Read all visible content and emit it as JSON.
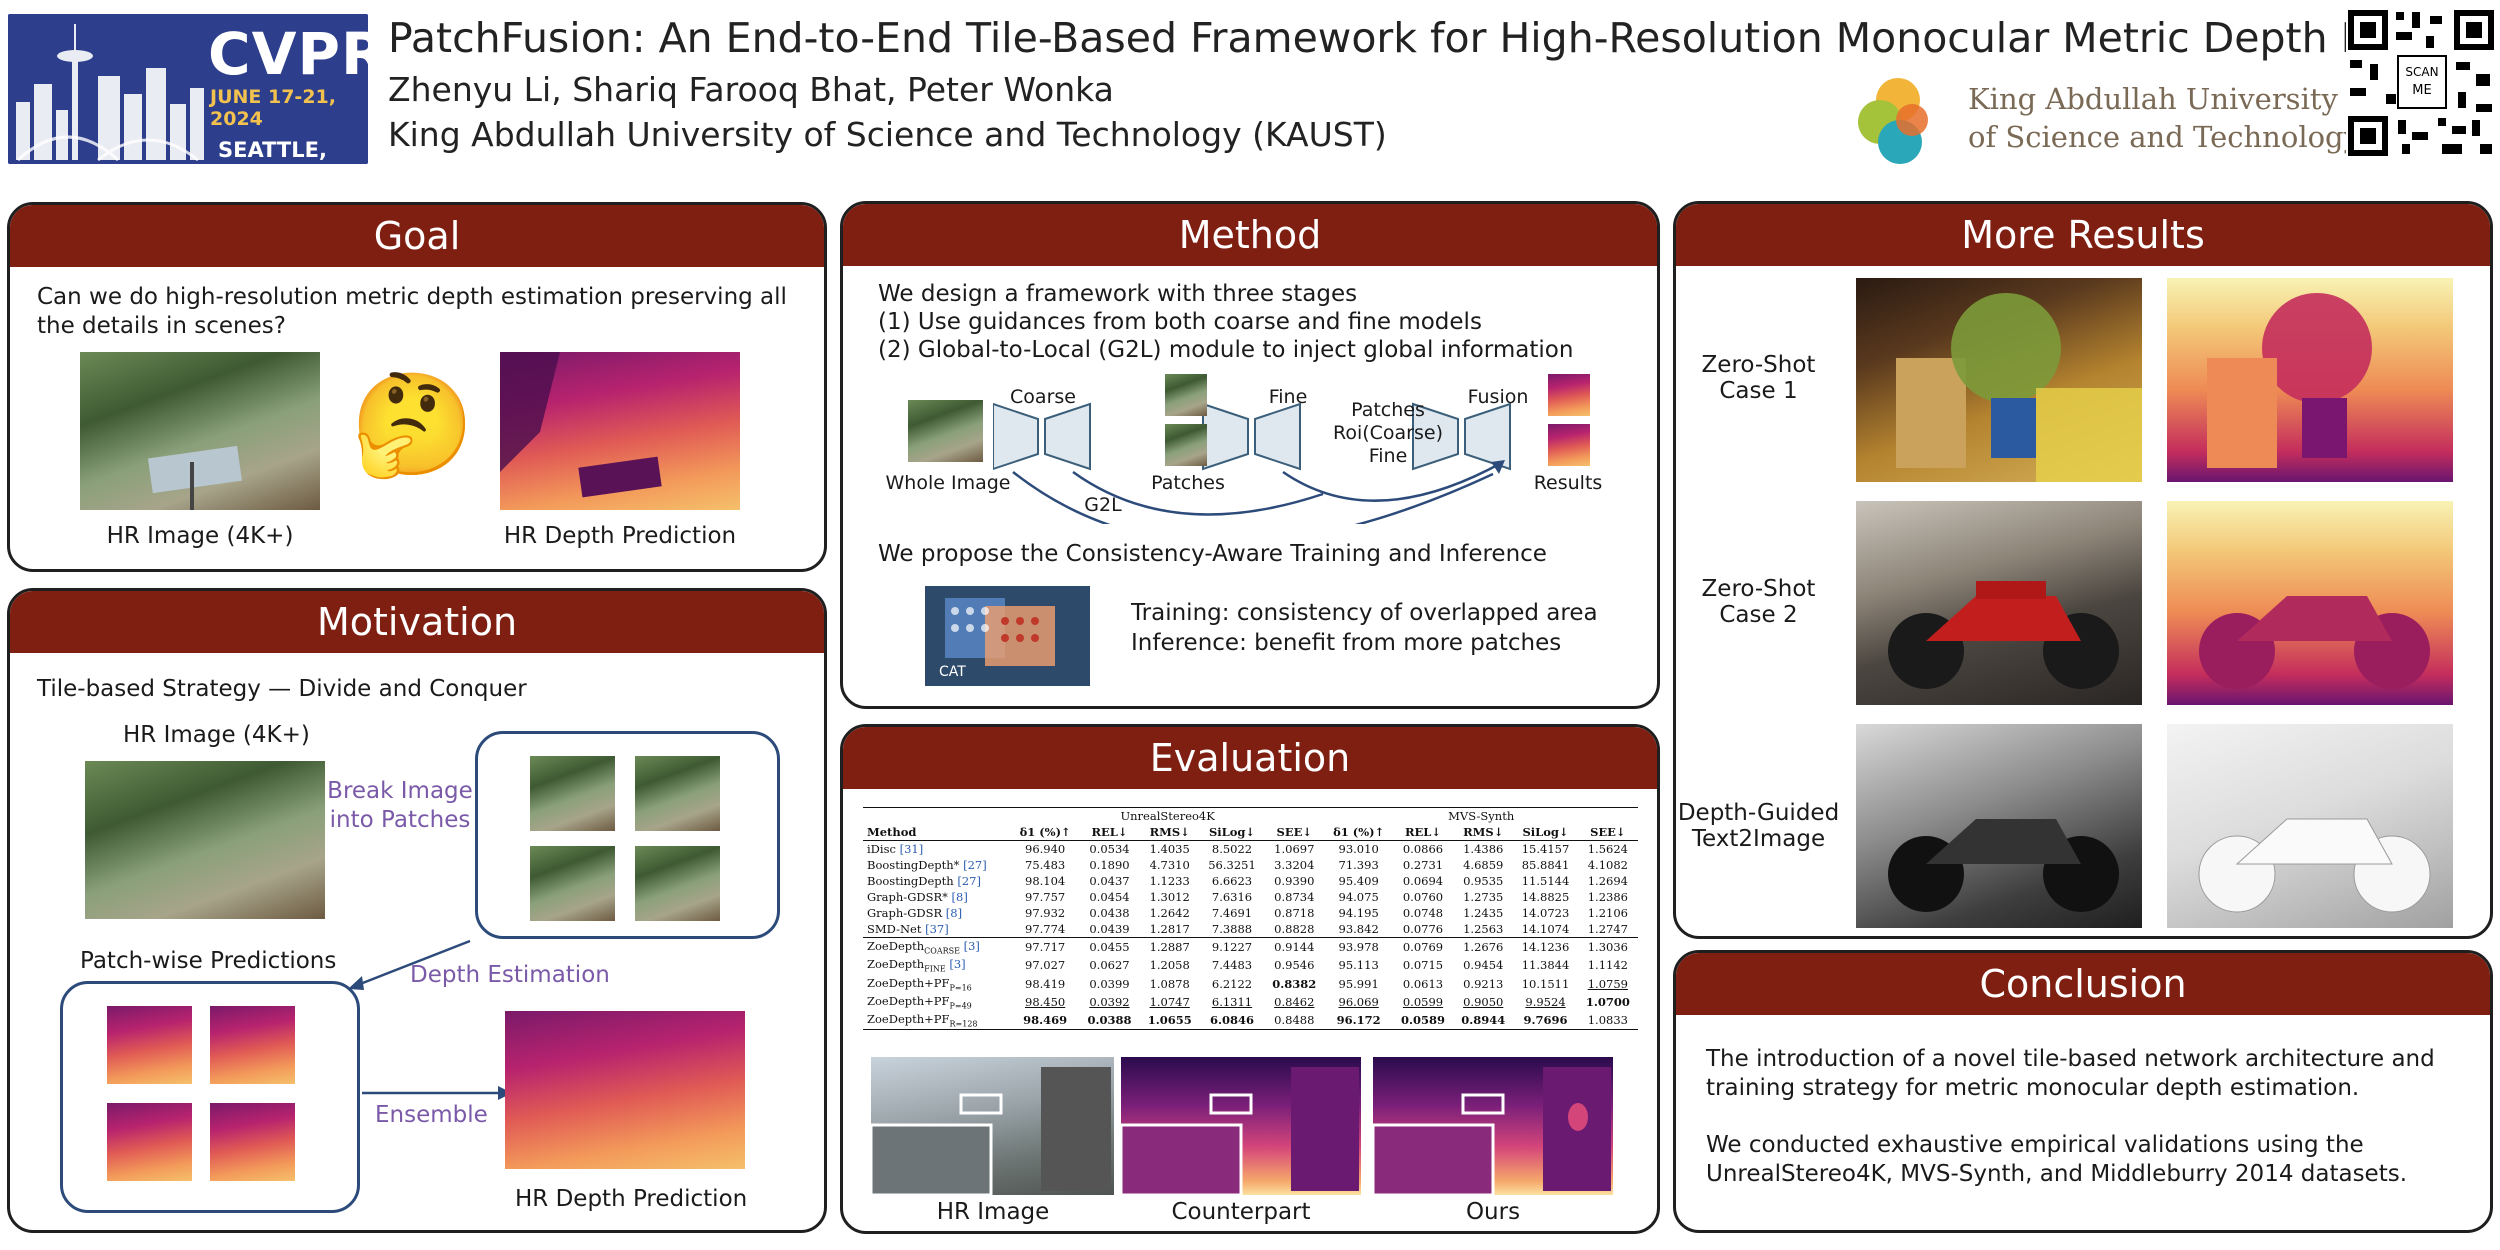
{
  "header": {
    "logo": {
      "word": "CVPR",
      "date": "JUNE 17-21, 2024",
      "city": "SEATTLE, WA"
    },
    "title": "PatchFusion: An End-to-End Tile-Based Framework for High-Resolution Monocular Metric Depth Estimation",
    "authors": "Zhenyu Li, Shariq Farooq Bhat, Peter Wonka",
    "affiliation": "King Abdullah University of Science and Technology (KAUST)",
    "kaust_logo_text": [
      "King Abdullah University",
      "of Science and Technology"
    ],
    "qr_label": "SCAN ME"
  },
  "goal": {
    "heading": "Goal",
    "question": "Can we do high-resolution metric depth estimation preserving all the details in scenes?",
    "left_caption": "HR Image (4K+)",
    "right_caption": "HR Depth Prediction",
    "emoji": "🤔"
  },
  "motivation": {
    "heading": "Motivation",
    "subtitle": "Tile-based Strategy — Divide and Conquer",
    "hr_image_label": "HR Image (4K+)",
    "break_label": [
      "Break Image",
      "into Patches"
    ],
    "patchwise_label": "Patch-wise Predictions",
    "depth_est_label": "Depth Estimation",
    "ensemble_label": "Ensemble",
    "hr_depth_label": "HR Depth Prediction"
  },
  "method": {
    "heading": "Method",
    "lines": [
      "We design a framework with three stages",
      "(1) Use guidances from both coarse and fine models",
      "(2) Global-to-Local (G2L) module to inject global information"
    ],
    "labels": {
      "coarse": "Coarse",
      "fine": "Fine",
      "fusion": "Fusion",
      "whole_image": "Whole Image",
      "patches": "Patches",
      "results": "Results",
      "g2l": "G2L",
      "fusion_inputs": [
        "Patches",
        "Roi(Coarse)",
        "Fine"
      ]
    },
    "consistency_title": "We propose the Consistency-Aware Training and Inference",
    "training": "Training: consistency of overlapped area",
    "inference": "Inference: benefit from more patches",
    "cat_label": "CAT"
  },
  "evaluation": {
    "heading": "Evaluation",
    "group_headers": [
      "UnrealStereo4K",
      "MVS-Synth"
    ],
    "columns": [
      "Method",
      "δ1 (%)↑",
      "REL↓",
      "RMS↓",
      "SiLog↓",
      "SEE↓",
      "δ1 (%)↑",
      "REL↓",
      "RMS↓",
      "SiLog↓",
      "SEE↓"
    ],
    "rows_top": [
      {
        "m": "iDisc",
        "ref": "[31]",
        "v": [
          "96.940",
          "0.0534",
          "1.4035",
          "8.5022",
          "1.0697",
          "93.010",
          "0.0866",
          "1.4386",
          "15.4157",
          "1.5624"
        ]
      },
      {
        "m": "BoostingDepth*",
        "ref": "[27]",
        "v": [
          "75.483",
          "0.1890",
          "4.7310",
          "56.3251",
          "3.3204",
          "71.393",
          "0.2731",
          "4.6859",
          "85.8841",
          "4.1082"
        ]
      },
      {
        "m": "BoostingDepth",
        "ref": "[27]",
        "v": [
          "98.104",
          "0.0437",
          "1.1233",
          "6.6623",
          "0.9390",
          "95.409",
          "0.0694",
          "0.9535",
          "11.5144",
          "1.2694"
        ]
      },
      {
        "m": "Graph-GDSR*",
        "ref": "[8]",
        "v": [
          "97.757",
          "0.0454",
          "1.3012",
          "7.6316",
          "0.8734",
          "94.075",
          "0.0760",
          "1.2735",
          "14.8825",
          "1.2386"
        ]
      },
      {
        "m": "Graph-GDSR",
        "ref": "[8]",
        "v": [
          "97.932",
          "0.0438",
          "1.2642",
          "7.4691",
          "0.8718",
          "94.195",
          "0.0748",
          "1.2435",
          "14.0723",
          "1.2106"
        ]
      },
      {
        "m": "SMD-Net",
        "ref": "[37]",
        "v": [
          "97.774",
          "0.0439",
          "1.2817",
          "7.3888",
          "0.8828",
          "93.842",
          "0.0776",
          "1.2563",
          "14.1074",
          "1.2747"
        ]
      }
    ],
    "rows_bottom": [
      {
        "m": "ZoeDepth",
        "sub": "COARSE",
        "ref": "[3]",
        "v": [
          "97.717",
          "0.0455",
          "1.2887",
          "9.1227",
          "0.9144",
          "93.978",
          "0.0769",
          "1.2676",
          "14.1236",
          "1.3036"
        ],
        "b": [],
        "u": []
      },
      {
        "m": "ZoeDepth",
        "sub": "FINE",
        "ref": "[3]",
        "v": [
          "97.027",
          "0.0627",
          "1.2058",
          "7.4483",
          "0.9546",
          "95.113",
          "0.0715",
          "0.9454",
          "11.3844",
          "1.1142"
        ],
        "b": [],
        "u": []
      },
      {
        "m": "ZoeDepth+PF",
        "sub": "P=16",
        "ref": "",
        "v": [
          "98.419",
          "0.0399",
          "1.0878",
          "6.2122",
          "0.8382",
          "95.991",
          "0.0613",
          "0.9213",
          "10.1511",
          "1.0759"
        ],
        "b": [
          4
        ],
        "u": [
          9
        ]
      },
      {
        "m": "ZoeDepth+PF",
        "sub": "P=49",
        "ref": "",
        "v": [
          "98.450",
          "0.0392",
          "1.0747",
          "6.1311",
          "0.8462",
          "96.069",
          "0.0599",
          "0.9050",
          "9.9524",
          "1.0700"
        ],
        "b": [
          9
        ],
        "u": [
          0,
          1,
          2,
          3,
          4,
          5,
          6,
          7,
          8
        ]
      },
      {
        "m": "ZoeDepth+PF",
        "sub": "R=128",
        "ref": "",
        "v": [
          "98.469",
          "0.0388",
          "1.0655",
          "6.0846",
          "0.8488",
          "96.172",
          "0.0589",
          "0.8944",
          "9.7696",
          "1.0833"
        ],
        "b": [
          0,
          1,
          2,
          3,
          5,
          6,
          7,
          8
        ],
        "u": []
      }
    ],
    "captions": [
      "HR Image",
      "Counterpart",
      "Ours"
    ]
  },
  "more_results": {
    "heading": "More Results",
    "rows": [
      {
        "label": [
          "Zero-Shot",
          "Case 1"
        ]
      },
      {
        "label": [
          "Zero-Shot",
          "Case 2"
        ]
      },
      {
        "label": [
          "Depth-Guided",
          "Text2Image"
        ]
      }
    ]
  },
  "conclusion": {
    "heading": "Conclusion",
    "p1": "The introduction of a novel tile-based network architecture and training strategy for metric monocular depth estimation.",
    "p2": "We conducted exhaustive empirical validations using the UnrealStereo4K, MVS-Synth, and Middleburry 2014 datasets."
  },
  "colors": {
    "header_red": "#7f1f12",
    "accent_purple": "#7a5aa8",
    "cvpr_blue": "#2c3e8c"
  }
}
